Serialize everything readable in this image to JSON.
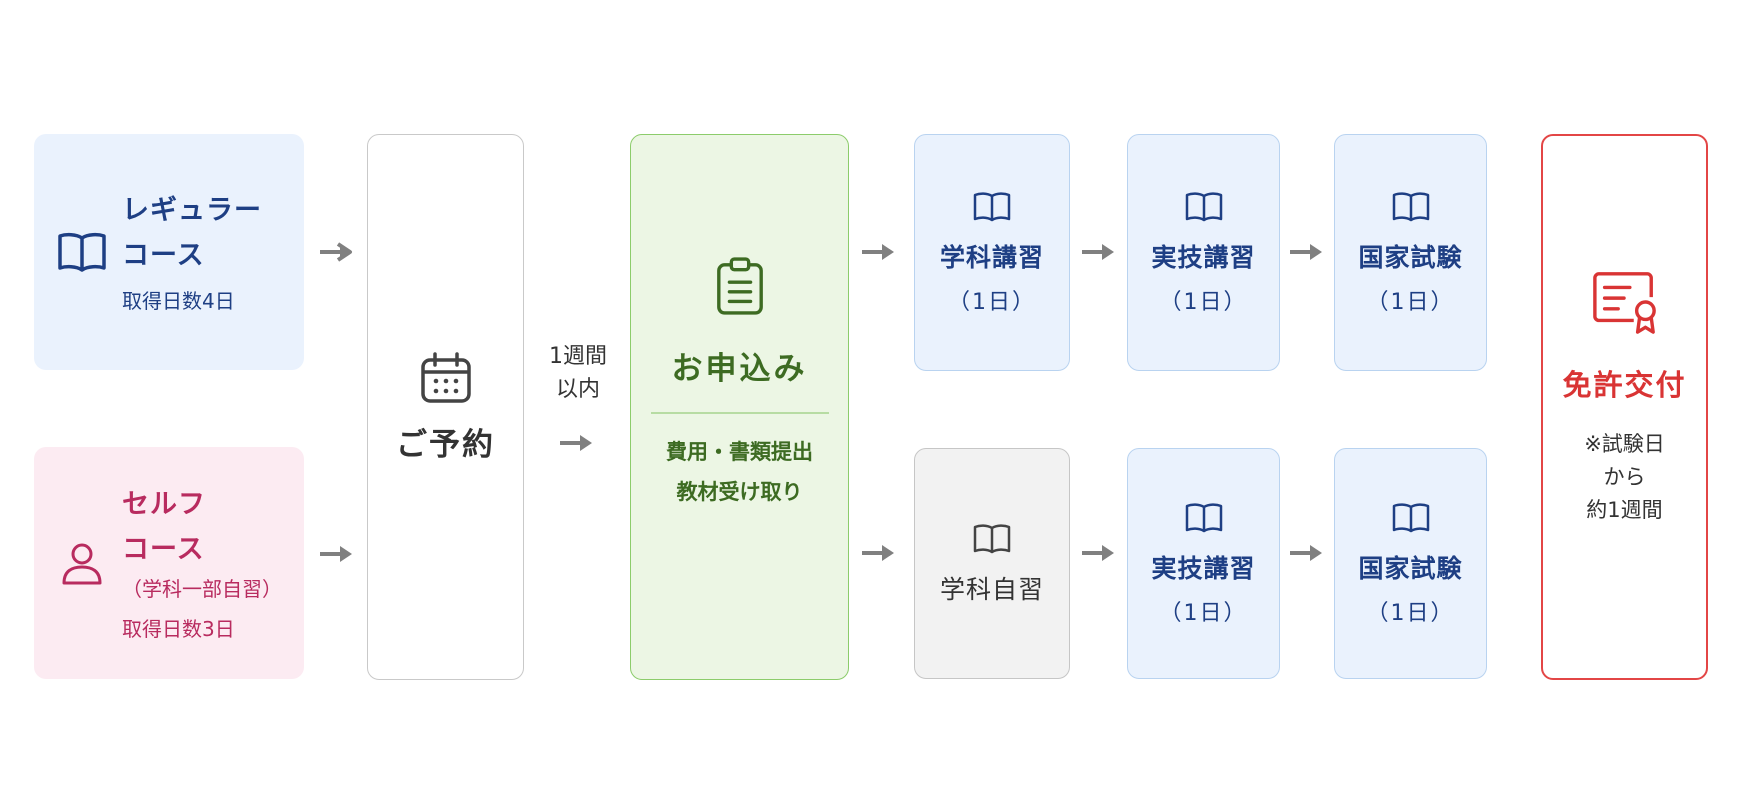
{
  "courses": {
    "regular": {
      "title_line1": "レギュラー",
      "title_line2": "コース",
      "duration": "取得日数4日",
      "icon": "open-book-icon"
    },
    "self": {
      "title_line1": "セルフ",
      "title_line2": "コース",
      "note": "（学科一部自習）",
      "duration": "取得日数3日",
      "icon": "person-icon"
    }
  },
  "reservation": {
    "label": "ご予約",
    "icon": "calendar-icon"
  },
  "interval": {
    "line1": "1週間",
    "line2": "以内"
  },
  "application": {
    "title": "お申込み",
    "line1": "費用・書類提出",
    "line2": "教材受け取り",
    "icon": "clipboard-icon"
  },
  "regular_path": [
    {
      "title": "学科講習",
      "days": "（1日）",
      "icon": "open-book-icon"
    },
    {
      "title": "実技講習",
      "days": "（1日）",
      "icon": "open-book-icon"
    },
    {
      "title": "国家試験",
      "days": "（1日）",
      "icon": "open-book-icon"
    }
  ],
  "self_path": [
    {
      "title": "学科自習",
      "icon": "open-book-icon"
    },
    {
      "title": "実技講習",
      "days": "（1日）",
      "icon": "open-book-icon"
    },
    {
      "title": "国家試験",
      "days": "（1日）",
      "icon": "open-book-icon"
    }
  ],
  "license": {
    "title": "免許交付",
    "note_line1": "※試験日",
    "note_line2": "から",
    "note_line3": "約1週間",
    "icon": "certificate-icon"
  },
  "colors": {
    "navy": "#1e3f84",
    "pink": "#b82b5f",
    "green": "#3d6b22",
    "red": "#d93434",
    "arrow": "#808080"
  }
}
